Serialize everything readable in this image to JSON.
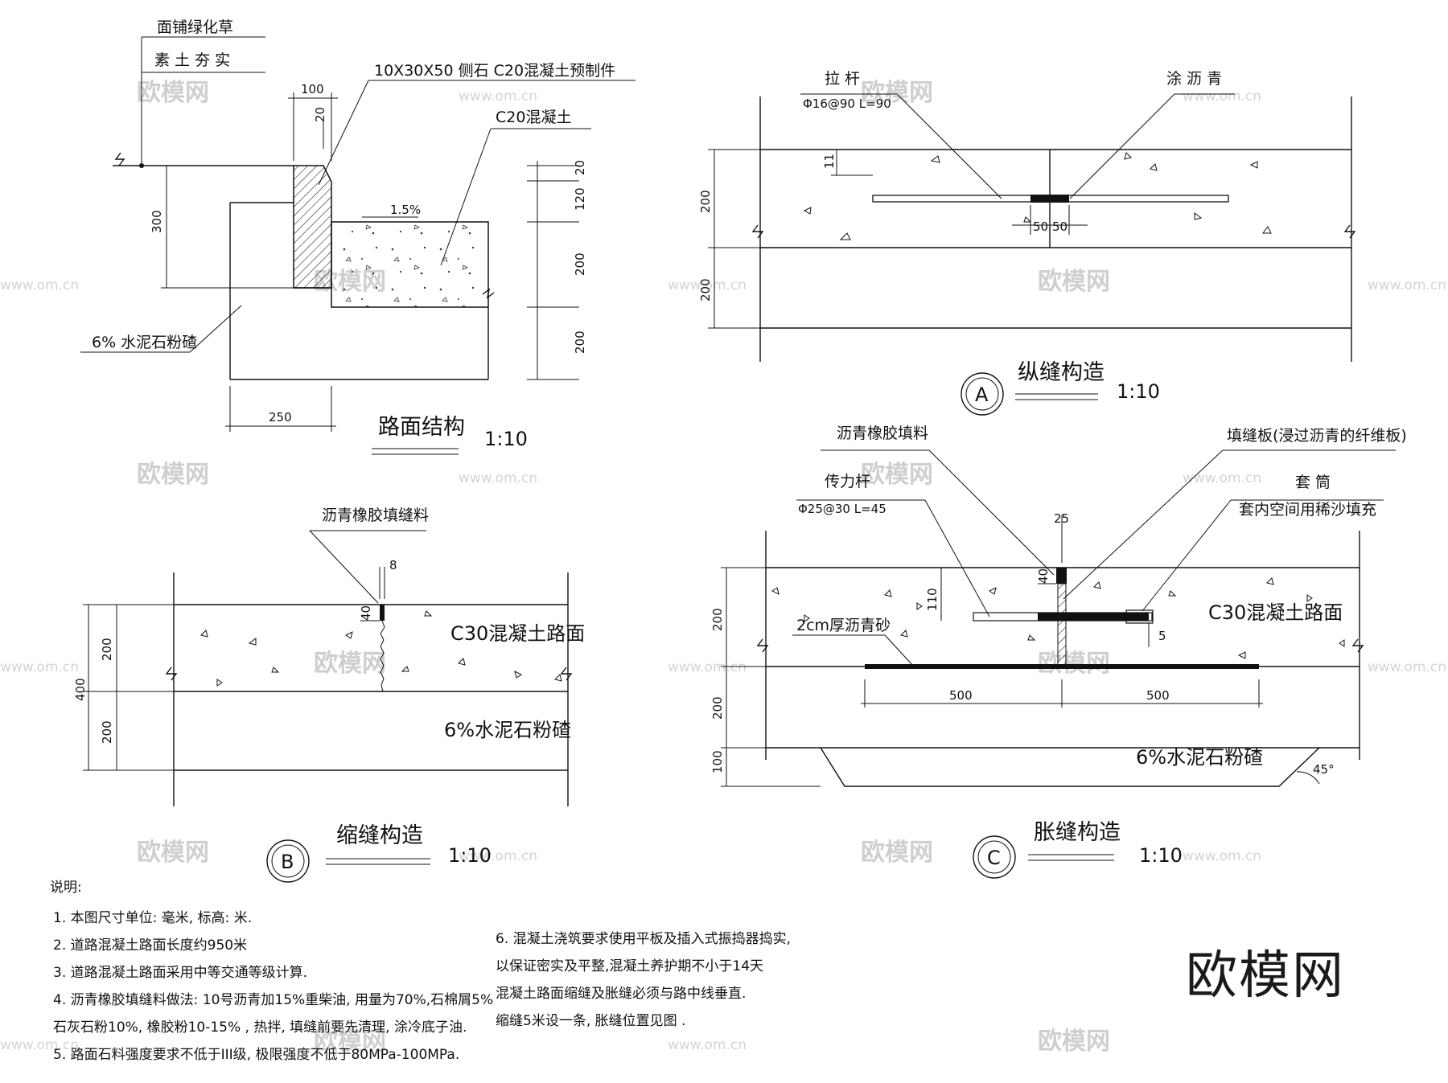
{
  "panels": {
    "road": {
      "title": "路面结构",
      "scale": "1:10",
      "labels": {
        "grass": "面铺绿化草",
        "soil": "素 土 夯 实",
        "curb": "10X30X50 侧石 C20混凝土预制件",
        "concrete": "C20混凝土",
        "base": "6% 水泥石粉碴",
        "slope": "1.5%"
      },
      "dims": {
        "d100": "100",
        "d20a": "20",
        "d20b": "20",
        "d120": "120",
        "d200a": "200",
        "d200b": "200",
        "d300": "300",
        "d250": "250"
      }
    },
    "A": {
      "marker": "A",
      "title": "纵缝构造",
      "scale": "1:10",
      "labels": {
        "rod": "拉 杆",
        "rod_spec": "Φ16@90 L=90",
        "asphalt": "涂 沥 青"
      },
      "dims": {
        "d11": "11",
        "d200a": "200",
        "d200b": "200",
        "d50a": "50",
        "d50b": "50"
      }
    },
    "B": {
      "marker": "B",
      "title": "缩缝构造",
      "scale": "1:10",
      "labels": {
        "filler": "沥青橡胶填缝料",
        "surface": "C30混凝土路面",
        "base": "6%水泥石粉碴"
      },
      "dims": {
        "d8": "8",
        "d40": "40",
        "d400": "400",
        "d200a": "200",
        "d200b": "200"
      }
    },
    "C": {
      "marker": "C",
      "title": "胀缝构造",
      "scale": "1:10",
      "labels": {
        "filler": "沥青橡胶填料",
        "board": "填缝板(浸过沥青的纤维板)",
        "dowel": "传力杆",
        "dowel_spec": "Φ25@30 L=45",
        "sleeve": "套 筒",
        "sleeve_note": "套内空间用稀沙填充",
        "sand": "2cm厚沥青砂",
        "surface": "C30混凝土路面",
        "base": "6%水泥石粉碴"
      },
      "dims": {
        "d25": "25",
        "d40": "40",
        "d110": "110",
        "d5": "5",
        "d200a": "200",
        "d200b": "200",
        "d100": "100",
        "d500a": "500",
        "d500b": "500",
        "angle": "45°"
      }
    }
  },
  "notes": {
    "heading": "说明:",
    "items": [
      "1.      本图尺寸单位: 毫米, 标高: 米.",
      "2.  道路混凝土路面长度约950米",
      "3.  道路混凝土路面采用中等交通等级计算.",
      "4.      沥青橡胶填缝料做法: 10号沥青加15%重柴油, 用量为70%,石棉屑5%",
      "   石灰石粉10%, 橡胶粉10-15% , 热拌, 填缝前要先清理, 涂冷底子油.",
      "5.      路面石料强度要求不低于III级, 极限强度不低于80MPa-100MPa."
    ],
    "item6": [
      "6. 混凝土浇筑要求使用平板及插入式振捣器捣实,",
      "    以保证密实及平整,混凝土养护期不小于14天",
      "    混凝土路面缩缝及胀缝必须与路中线垂直.",
      "    缩缝5米设一条, 胀缝位置见图      ."
    ]
  },
  "watermarks": {
    "logo": "欧模网",
    "url": "www.om.cn"
  },
  "brand": "欧模网"
}
